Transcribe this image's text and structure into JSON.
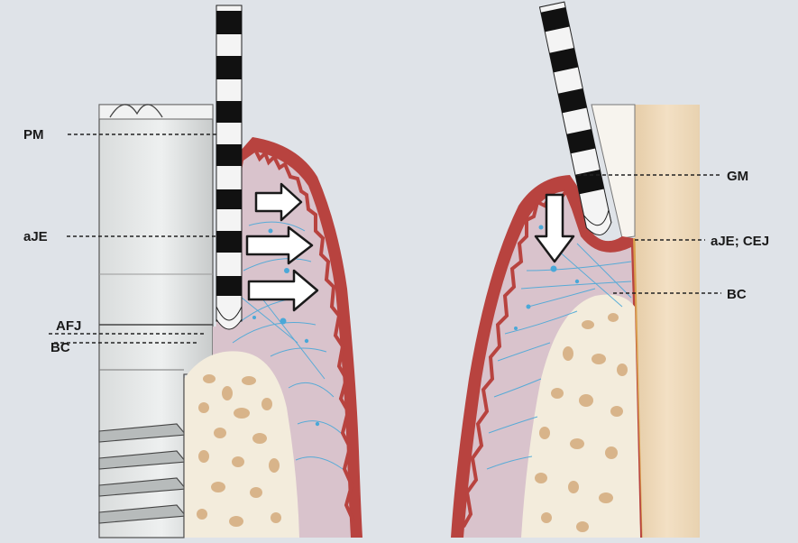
{
  "diagram": {
    "left_labels": {
      "pm": "PM",
      "aje": "aJE",
      "afj": "AFJ",
      "bc": "BC"
    },
    "right_labels": {
      "gm": "GM",
      "aje_cej": "aJE; CEJ",
      "bc": "BC"
    },
    "colors": {
      "background": "#dfe3e8",
      "implant": "#e4e6e6",
      "implant_shadow": "#c9cccc",
      "gingiva_epithelium": "#b8433f",
      "connective_tissue": "#d9c3cc",
      "fibers": "#4aa8d8",
      "bone": "#f3ecdc",
      "bone_trabeculae": "#d8b48a",
      "tooth": "#efd9b8",
      "root_cementum": "#d9a04e",
      "probe_black": "#111111",
      "probe_white": "#f4f4f4"
    },
    "icons": [
      "probe-icon",
      "arrow-right-icon",
      "arrow-down-icon"
    ]
  }
}
